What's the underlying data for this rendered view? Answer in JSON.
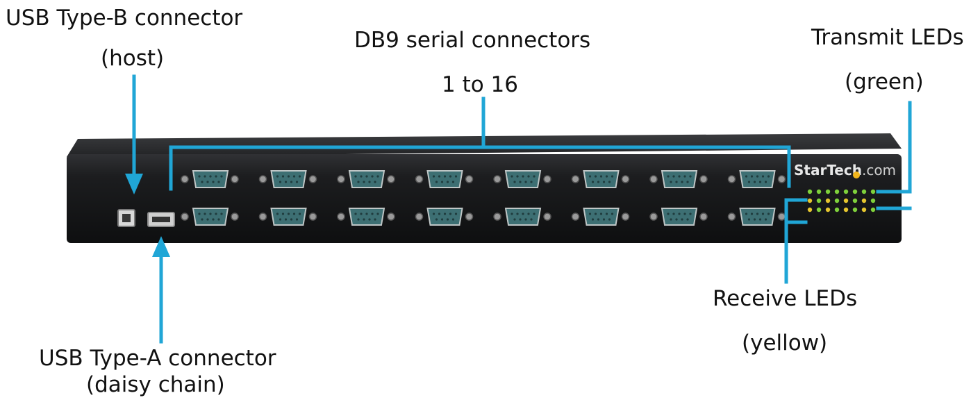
{
  "labels": {
    "usb_b_line1": "USB Type-B connector",
    "usb_b_line2": "(host)",
    "db9_line1": "DB9 serial connectors",
    "db9_line2": "1 to 16",
    "tx_line1": "Transmit LEDs",
    "tx_line2": "(green)",
    "rx_line1": "Receive LEDs",
    "rx_line2": "(yellow)",
    "usb_a_line1": "USB Type-A connector",
    "usb_a_line2": "(daisy chain)"
  },
  "brand": {
    "name_part1": "StarTech",
    "name_part2": ".com"
  },
  "device": {
    "db9_ports_per_row": 8,
    "db9_rows": 2,
    "led_columns": 8,
    "led_rows": 3
  },
  "colors": {
    "annotation": "#20a6d6",
    "chassis": "#17181a",
    "chassis_top": "#2b2c2e",
    "db9_shell": "#3d6f73",
    "led_green": "#7fd13b",
    "led_yellow": "#e6c62e",
    "brand_dot": "#f2b51c"
  }
}
